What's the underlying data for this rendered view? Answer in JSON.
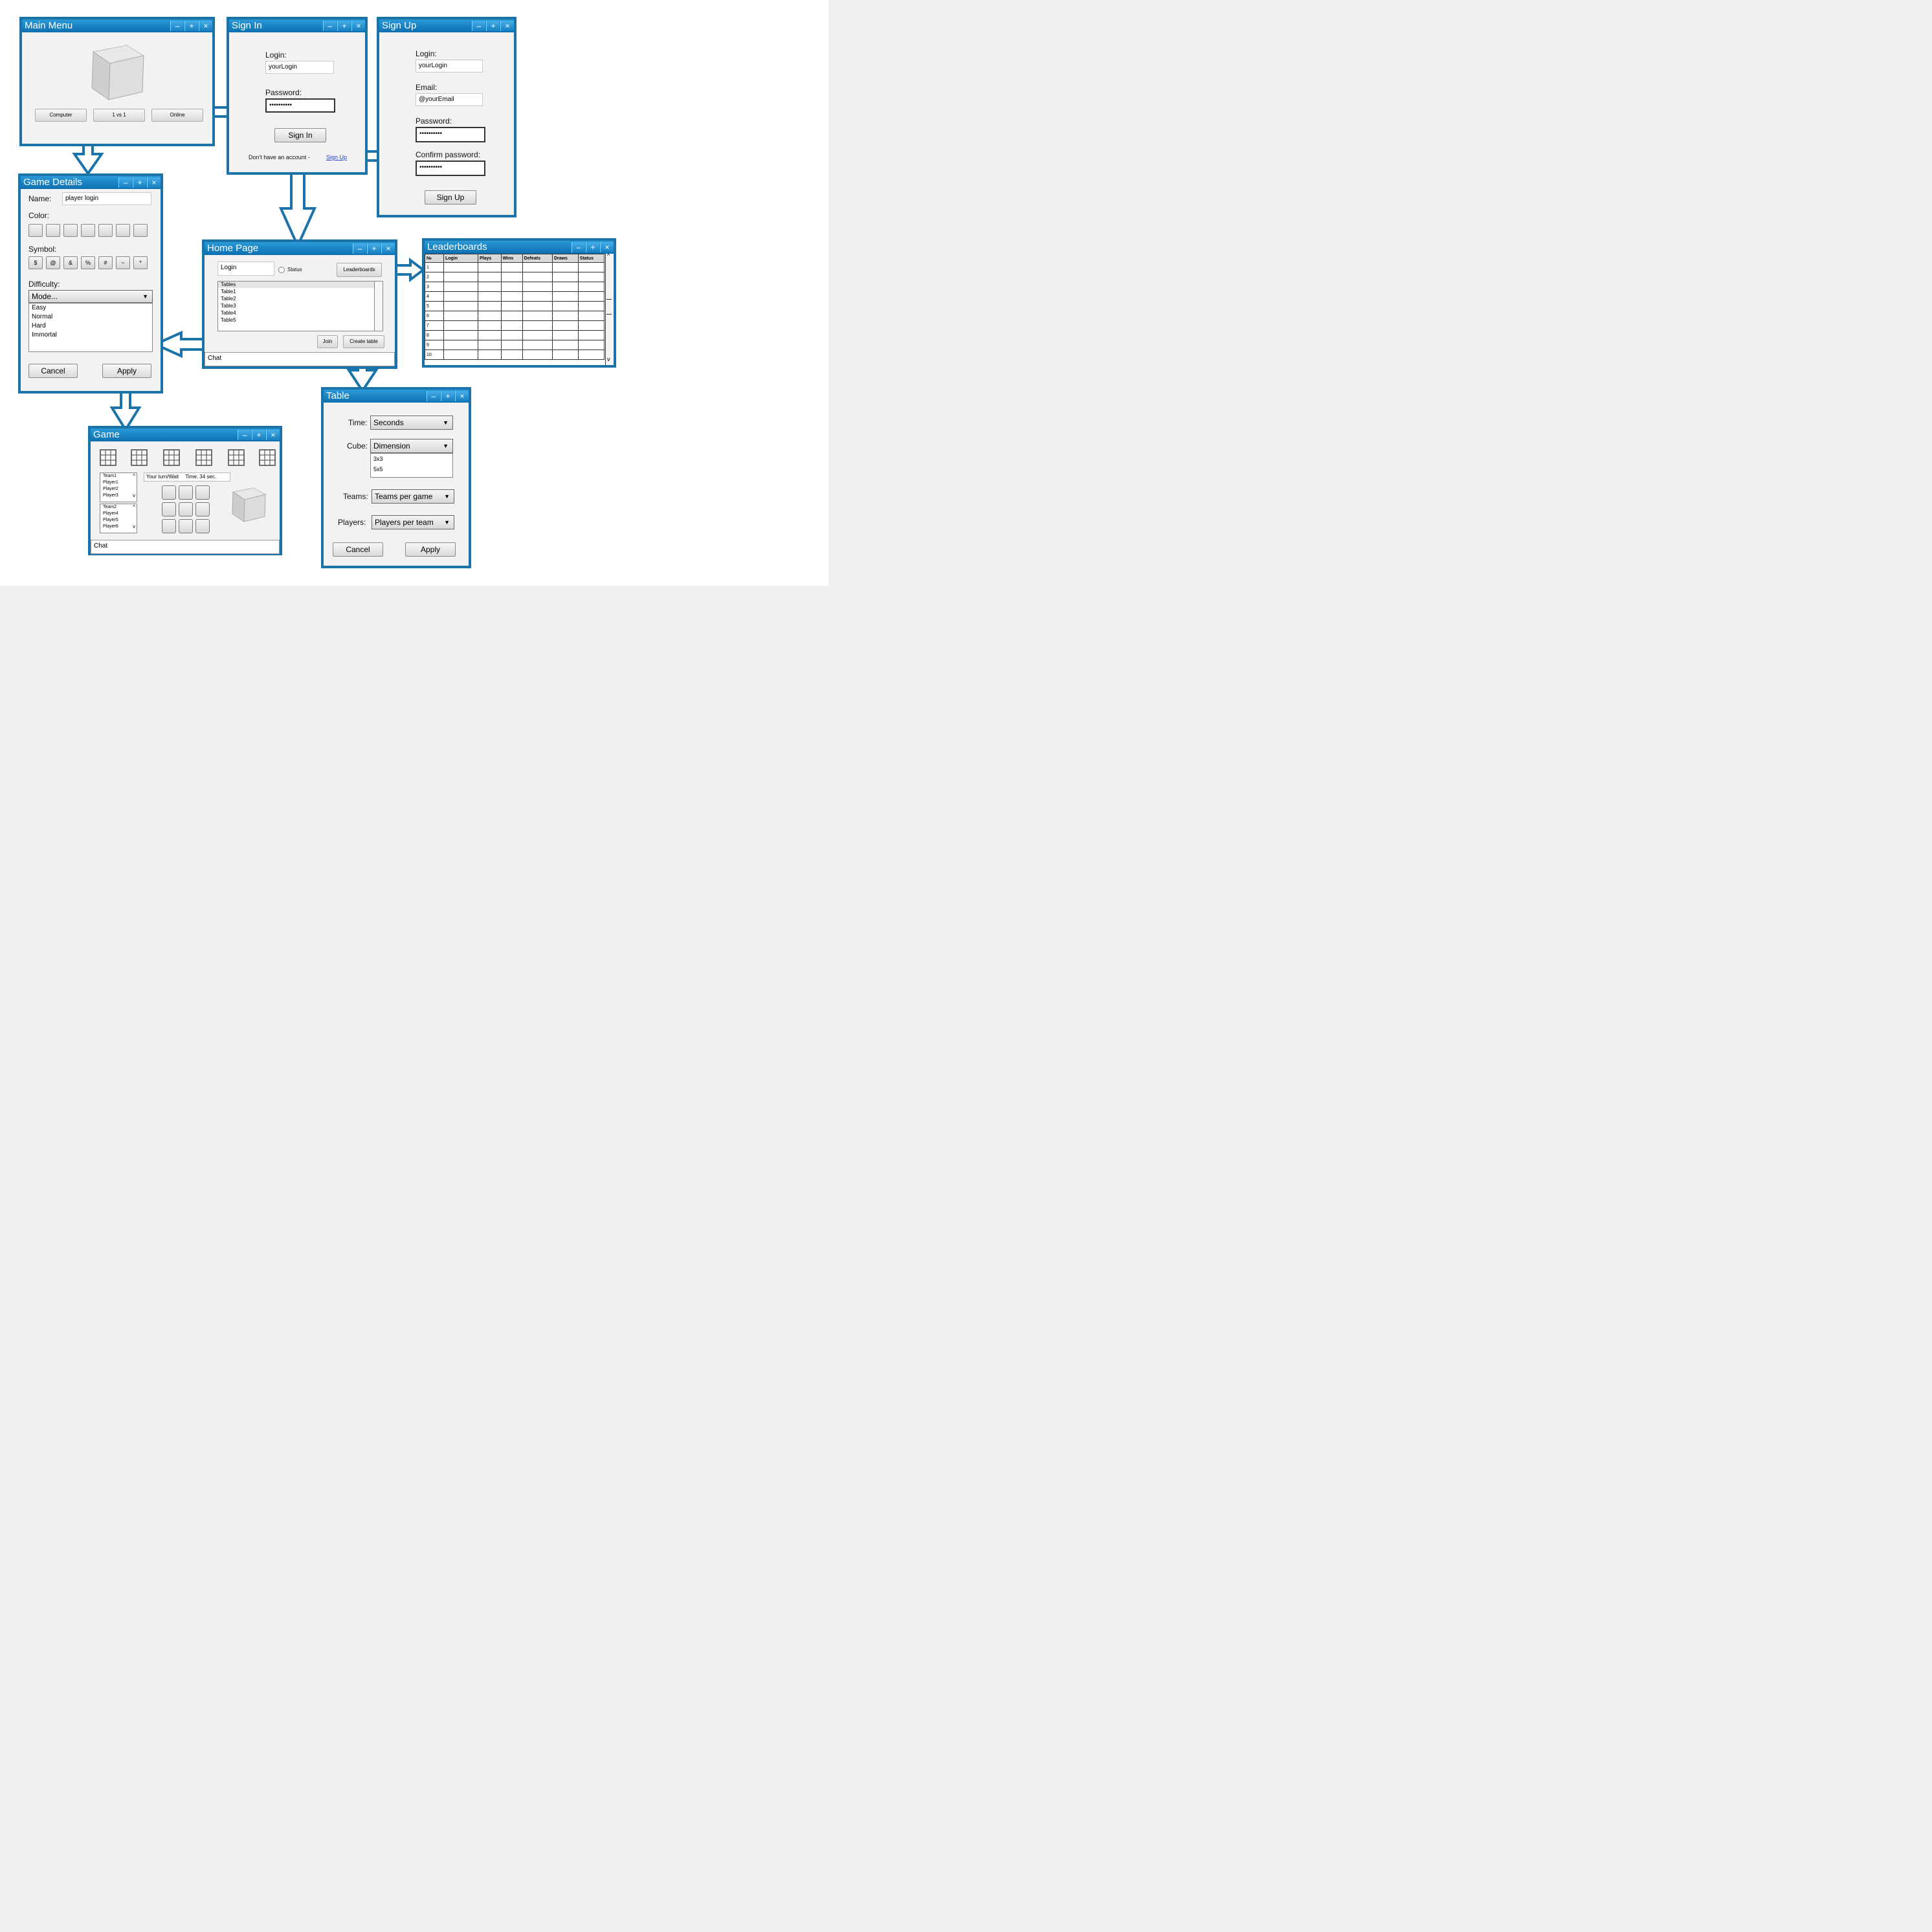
{
  "window_controls": {
    "minimize": "–",
    "maximize": "+",
    "close": "×"
  },
  "main_menu": {
    "title": "Main Menu",
    "buttons": [
      "Computer",
      "1 vs 1",
      "Online"
    ]
  },
  "sign_in": {
    "title": "Sign In",
    "login_label": "Login:",
    "login_value": "yourLogin",
    "password_label": "Password:",
    "password_value": "••••••••••",
    "submit": "Sign In",
    "no_account_text": "Don't have an account -",
    "sign_up_link": "Sign Up"
  },
  "sign_up": {
    "title": "Sign Up",
    "login_label": "Login:",
    "login_value": "yourLogin",
    "email_label": "Email:",
    "email_value": "@yourEmail",
    "password_label": "Password:",
    "password_value": "••••••••••",
    "confirm_label": "Confirm password:",
    "confirm_value": "••••••••••",
    "submit": "Sign Up"
  },
  "game_details": {
    "title": "Game Details",
    "name_label": "Name:",
    "name_value": "player login",
    "color_label": "Color:",
    "symbol_label": "Symbol:",
    "symbols": [
      "$",
      "@",
      "&",
      "%",
      "#",
      "~",
      "*"
    ],
    "difficulty_label": "Difficulty:",
    "mode_placeholder": "Mode...",
    "difficulty_options": [
      "Easy",
      "Normal",
      "Hard",
      "Immortal"
    ],
    "cancel": "Cancel",
    "apply": "Apply"
  },
  "home_page": {
    "title": "Home Page",
    "login_value": "Login",
    "status_label": "Status",
    "leaderboards_button": "Leaderboards",
    "tables": [
      "Tables",
      "Table1",
      "Table2",
      "Table3",
      "Table4",
      "Table5"
    ],
    "join_button": "Join",
    "create_table_button": "Create table",
    "chat_label": "Chat"
  },
  "leaderboards": {
    "title": "Leaderboards",
    "columns": [
      "№",
      "Login",
      "Plays",
      "Wins",
      "Defeats",
      "Draws",
      "Status"
    ],
    "rows": [
      "1",
      "2",
      "3",
      "4",
      "5",
      "6",
      "7",
      "8",
      "9",
      "10"
    ]
  },
  "table_window": {
    "title": "Table",
    "time_label": "Time:",
    "time_value": "Seconds",
    "cube_label": "Cube:",
    "cube_value": "Dimension",
    "cube_options": [
      "3x3",
      "5x5"
    ],
    "teams_label": "Teams:",
    "teams_value": "Teams per game",
    "players_label": "Players:",
    "players_value": "Players per team",
    "cancel": "Cancel",
    "apply": "Apply"
  },
  "game": {
    "title": "Game",
    "team1_list": [
      "Team1",
      "Player1",
      "Player2",
      "Player3"
    ],
    "team2_list": [
      "Team2",
      "Player4",
      "Player5",
      "Player6"
    ],
    "turn_status": "Your turn/Wait",
    "time_text": "Time: 34 sec.",
    "chat_label": "Chat"
  },
  "colors": {
    "frame": "#1a73a9",
    "titlebar": "#1581c5",
    "arrow": "#1a73a9"
  }
}
